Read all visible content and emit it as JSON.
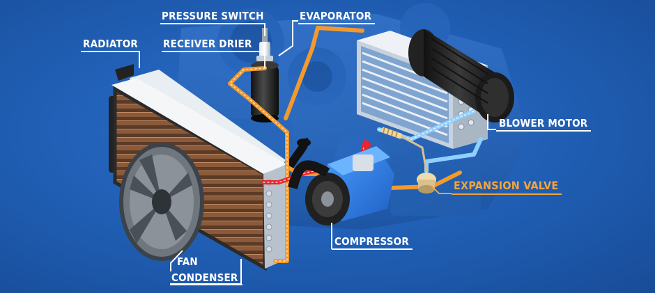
{
  "labels": {
    "pressure_switch": "PRESSURE SWITCH",
    "evaporator": "EVAPORATOR",
    "radiator": "RADIATOR",
    "receiver_drier": "RECEIVER DRIER",
    "blower_motor": "BLOWER MOTOR",
    "expansion_valve": "EXPANSION VALVE",
    "compressor": "COMPRESSOR",
    "fan": "FAN",
    "condenser": "CONDENSER"
  },
  "colors": {
    "background": "#1f5fb5",
    "label_text": "#ffffff",
    "highlight_label": "#f5a43a",
    "high_pressure_line": "#f29a2e",
    "hot_line": "#e8262b",
    "low_pressure_line": "#8fd0ff"
  },
  "icons": [
    "fan-icon",
    "condenser-icon",
    "radiator-icon",
    "compressor-icon",
    "receiver-drier-icon",
    "pressure-switch-icon",
    "evaporator-icon",
    "blower-motor-icon",
    "expansion-valve-icon"
  ]
}
